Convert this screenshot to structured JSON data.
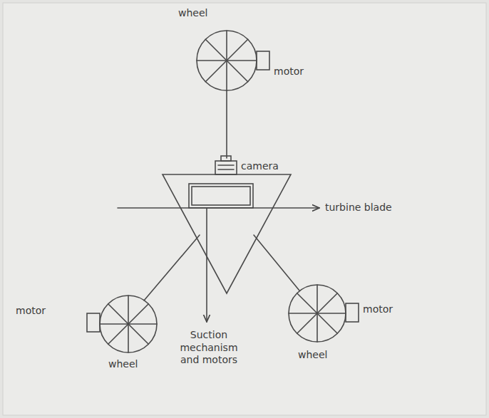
{
  "diagram": {
    "labels": [
      "wheel",
      "motor",
      "camera",
      "turbine blade",
      "motor",
      "wheel",
      "Suction mechanism and motors",
      "motor",
      "wheel"
    ]
  }
}
